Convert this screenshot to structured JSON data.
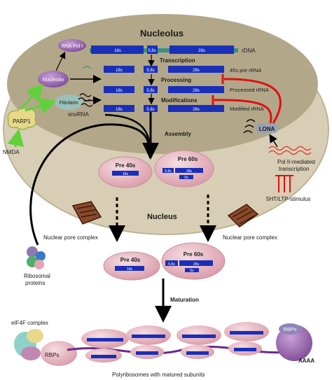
{
  "nucleolus": {
    "title": "Nucleolus"
  },
  "nucleus": {
    "title": "Nucleus"
  },
  "rdna": {
    "s18": "18s",
    "s58": "5.8s",
    "s28": "28s",
    "label": "rDNA"
  },
  "stages": {
    "transcription": "Transcription",
    "processing": "Processing",
    "modifications": "Modifications",
    "assembly": "Assembly",
    "maturation": "Maturation"
  },
  "rrna": {
    "pre45": "45s pre rRNA",
    "processed": "Processed rRNA",
    "modified": "Modified rRNA"
  },
  "factors": {
    "rna_pol1": "RNA Pol I",
    "nucleolin": "Nucleolin",
    "fibrillarin": "Fibrilarin",
    "snorna": "snoRNA",
    "parp1": "PARP1",
    "nmda": "NMDA",
    "lona": "LONA"
  },
  "right": {
    "pol2_line1": "Pol II-mediated",
    "pol2_line2": "transcription",
    "stimulus": "5HT/LTP-stimulus"
  },
  "pre": {
    "p40": "Pre 40s",
    "p60": "Pre 60s",
    "s18": "18s",
    "s58": "5.8s",
    "s28": "28s",
    "s5": "5s"
  },
  "pores": {
    "left": "Nuclear pore complex",
    "right": "Nuclear pore complex"
  },
  "ribo": {
    "line1": "Ribosomal",
    "line2": "proteins"
  },
  "cytoplasm": {
    "eif4f": "eIF4F complex",
    "rbps_left": "RBPs",
    "rbps_right": "RBPs",
    "polyA": "AAAA",
    "polysome": "Polyribosomes with matured subunits"
  },
  "colors": {
    "nucleus": "#d8cdb5",
    "nucleolus": "#b3a78a",
    "rna_bar": "#1a2fb8",
    "inhibit": "#e01010",
    "activate": "#5fd23a",
    "subunit": "#e6b7c0"
  }
}
